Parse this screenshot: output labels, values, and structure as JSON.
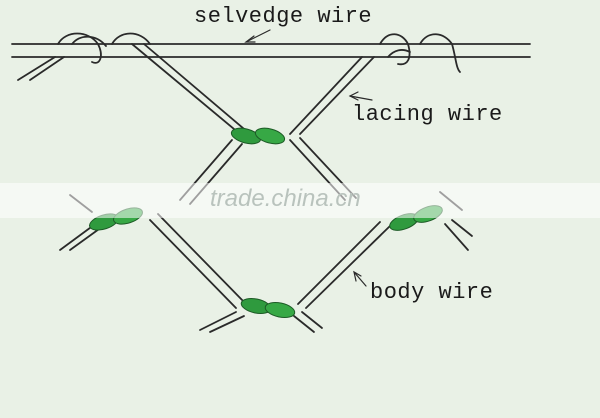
{
  "labels": {
    "selvedge": "selvedge wire",
    "lacing": "lacing wire",
    "body": "body wire"
  },
  "watermark": "trade.china.cn",
  "colors": {
    "background": "#e9f1e6",
    "wire": "#2a2a2a",
    "twist": "#2f9a3e"
  }
}
